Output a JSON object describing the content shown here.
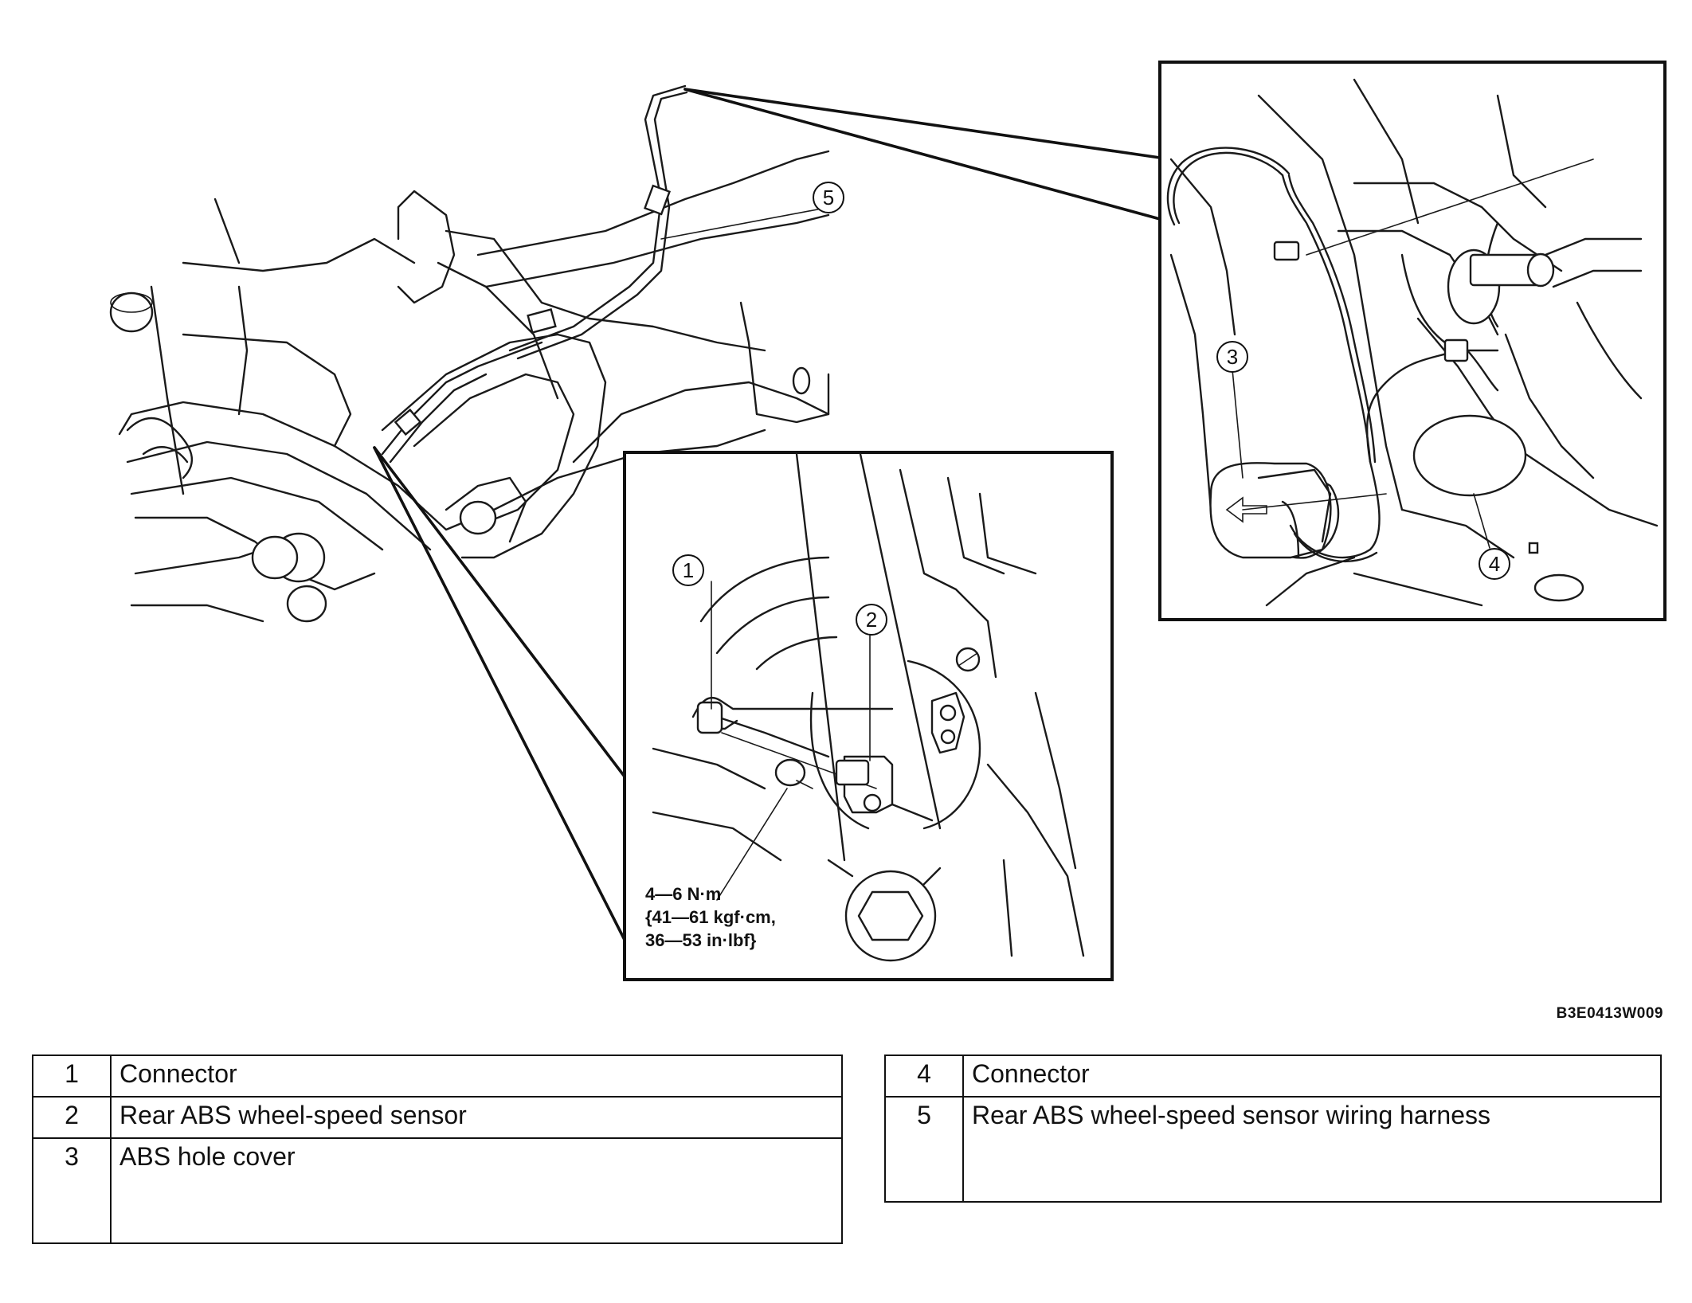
{
  "figure": {
    "code": "B3E0413W009",
    "torque": [
      "4—6 N·m",
      "{41—61 kgf·cm,",
      "36—53 in·lbf}"
    ],
    "callouts": [
      "1",
      "2",
      "3",
      "4",
      "5"
    ]
  },
  "legend_left": [
    {
      "num": "1",
      "text": "Connector"
    },
    {
      "num": "2",
      "text": "Rear ABS wheel-speed sensor"
    },
    {
      "num": "3",
      "text": "ABS hole cover"
    }
  ],
  "legend_right": [
    {
      "num": "4",
      "text": "Connector"
    },
    {
      "num": "5",
      "text": "Rear ABS wheel-speed sensor wiring harness"
    }
  ]
}
